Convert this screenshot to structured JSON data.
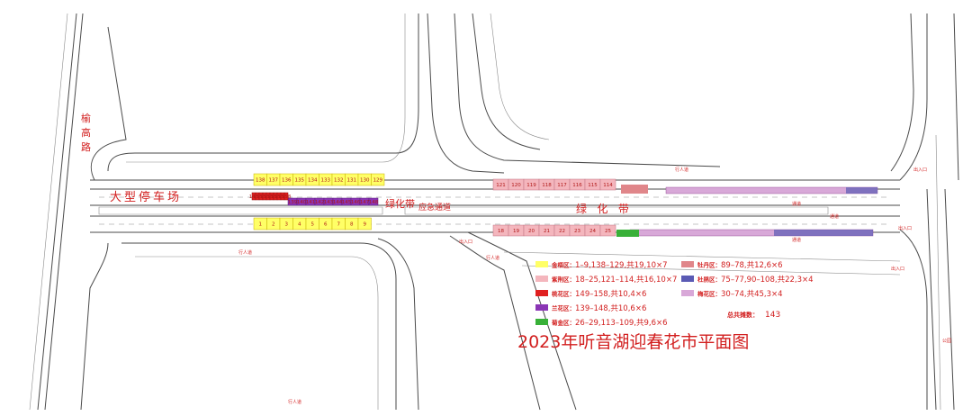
{
  "map": {
    "title": "2023年听音湖迎春花市平面图",
    "road_name": "榆高路",
    "parking": "大型停车场",
    "greenbelt_1": "绿化带",
    "greenbelt_2": "绿   化   带",
    "emergency": "应急通道",
    "total_label": "总共摊数：",
    "total_value": "143",
    "zone_labels": {
      "gate": "出入口",
      "sidewalk": "行人道",
      "pass": "通道",
      "park": "公园"
    }
  },
  "legend": [
    {
      "name": "金梧区",
      "text": "1–9,138–129,共19,10×7",
      "color": "#ffff66"
    },
    {
      "name": "紫荆区",
      "text": "18–25,121–114,共16,10×7",
      "color": "#f4b6bd"
    },
    {
      "name": "桃花区",
      "text": "149–158,共10,4×6",
      "color": "#e02020"
    },
    {
      "name": "兰花区",
      "text": "139–148,共10,6×6",
      "color": "#8a35b5"
    },
    {
      "name": "菊金区",
      "text": "26–29,113–109,共9,6×6",
      "color": "#38b038"
    },
    {
      "name": "牡丹区",
      "text": "89–78,共12,6×6",
      "color": "#e0868a"
    },
    {
      "name": "杜鹃区",
      "text": "75–77,90–108,共22,3×4",
      "color": "#5a5ab4"
    },
    {
      "name": "梅花区",
      "text": "30–74,共45,3×4",
      "color": "#d8a8d8"
    }
  ],
  "stalls": {
    "top_yellow": [
      "138",
      "137",
      "136",
      "135",
      "134",
      "133",
      "132",
      "131",
      "130",
      "129"
    ],
    "bottom_yellow": [
      "1",
      "2",
      "3",
      "4",
      "5",
      "6",
      "7",
      "8",
      "9"
    ],
    "top_pink": [
      "121",
      "120",
      "119",
      "118",
      "117",
      "116",
      "115",
      "114"
    ],
    "bottom_pink": [
      "18",
      "19",
      "20",
      "21",
      "22",
      "23",
      "24",
      "25"
    ],
    "purple_row": [
      "139",
      "140",
      "141",
      "142",
      "143",
      "144",
      "145",
      "146",
      "147",
      "148"
    ],
    "red_row": [
      "149",
      "150",
      "151",
      "152",
      "153",
      "154",
      "155",
      "156",
      "157",
      "158"
    ]
  }
}
